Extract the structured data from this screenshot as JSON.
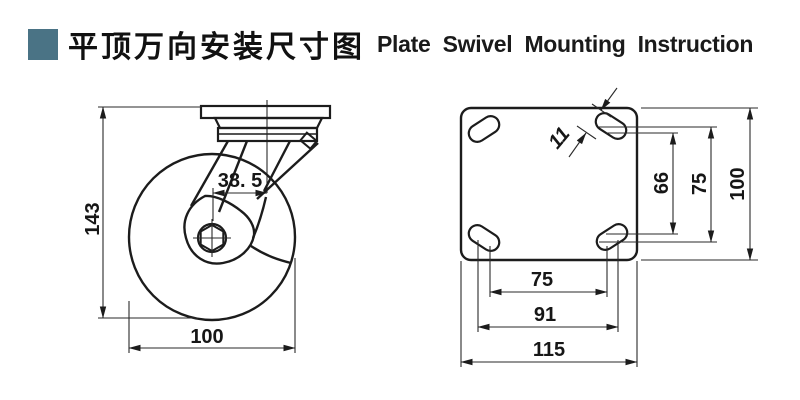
{
  "title": {
    "zh": "平顶万向安装尺寸图",
    "en": "Plate Swivel Mounting Instruction",
    "accent_color": "#4a7385"
  },
  "side_view": {
    "label": "caster side view",
    "dims": {
      "overall_height": "143",
      "swivel_offset": "38. 5",
      "wheel_diameter": "100"
    }
  },
  "top_view": {
    "label": "mounting plate top view",
    "dims": {
      "slot_width": "11",
      "hole_spacing_inner_vertical": "66",
      "hole_spacing_vertical": "75",
      "plate_depth": "100",
      "hole_spacing_inner_horizontal": "75",
      "hole_spacing_outer_horizontal": "91",
      "plate_width": "115"
    }
  }
}
